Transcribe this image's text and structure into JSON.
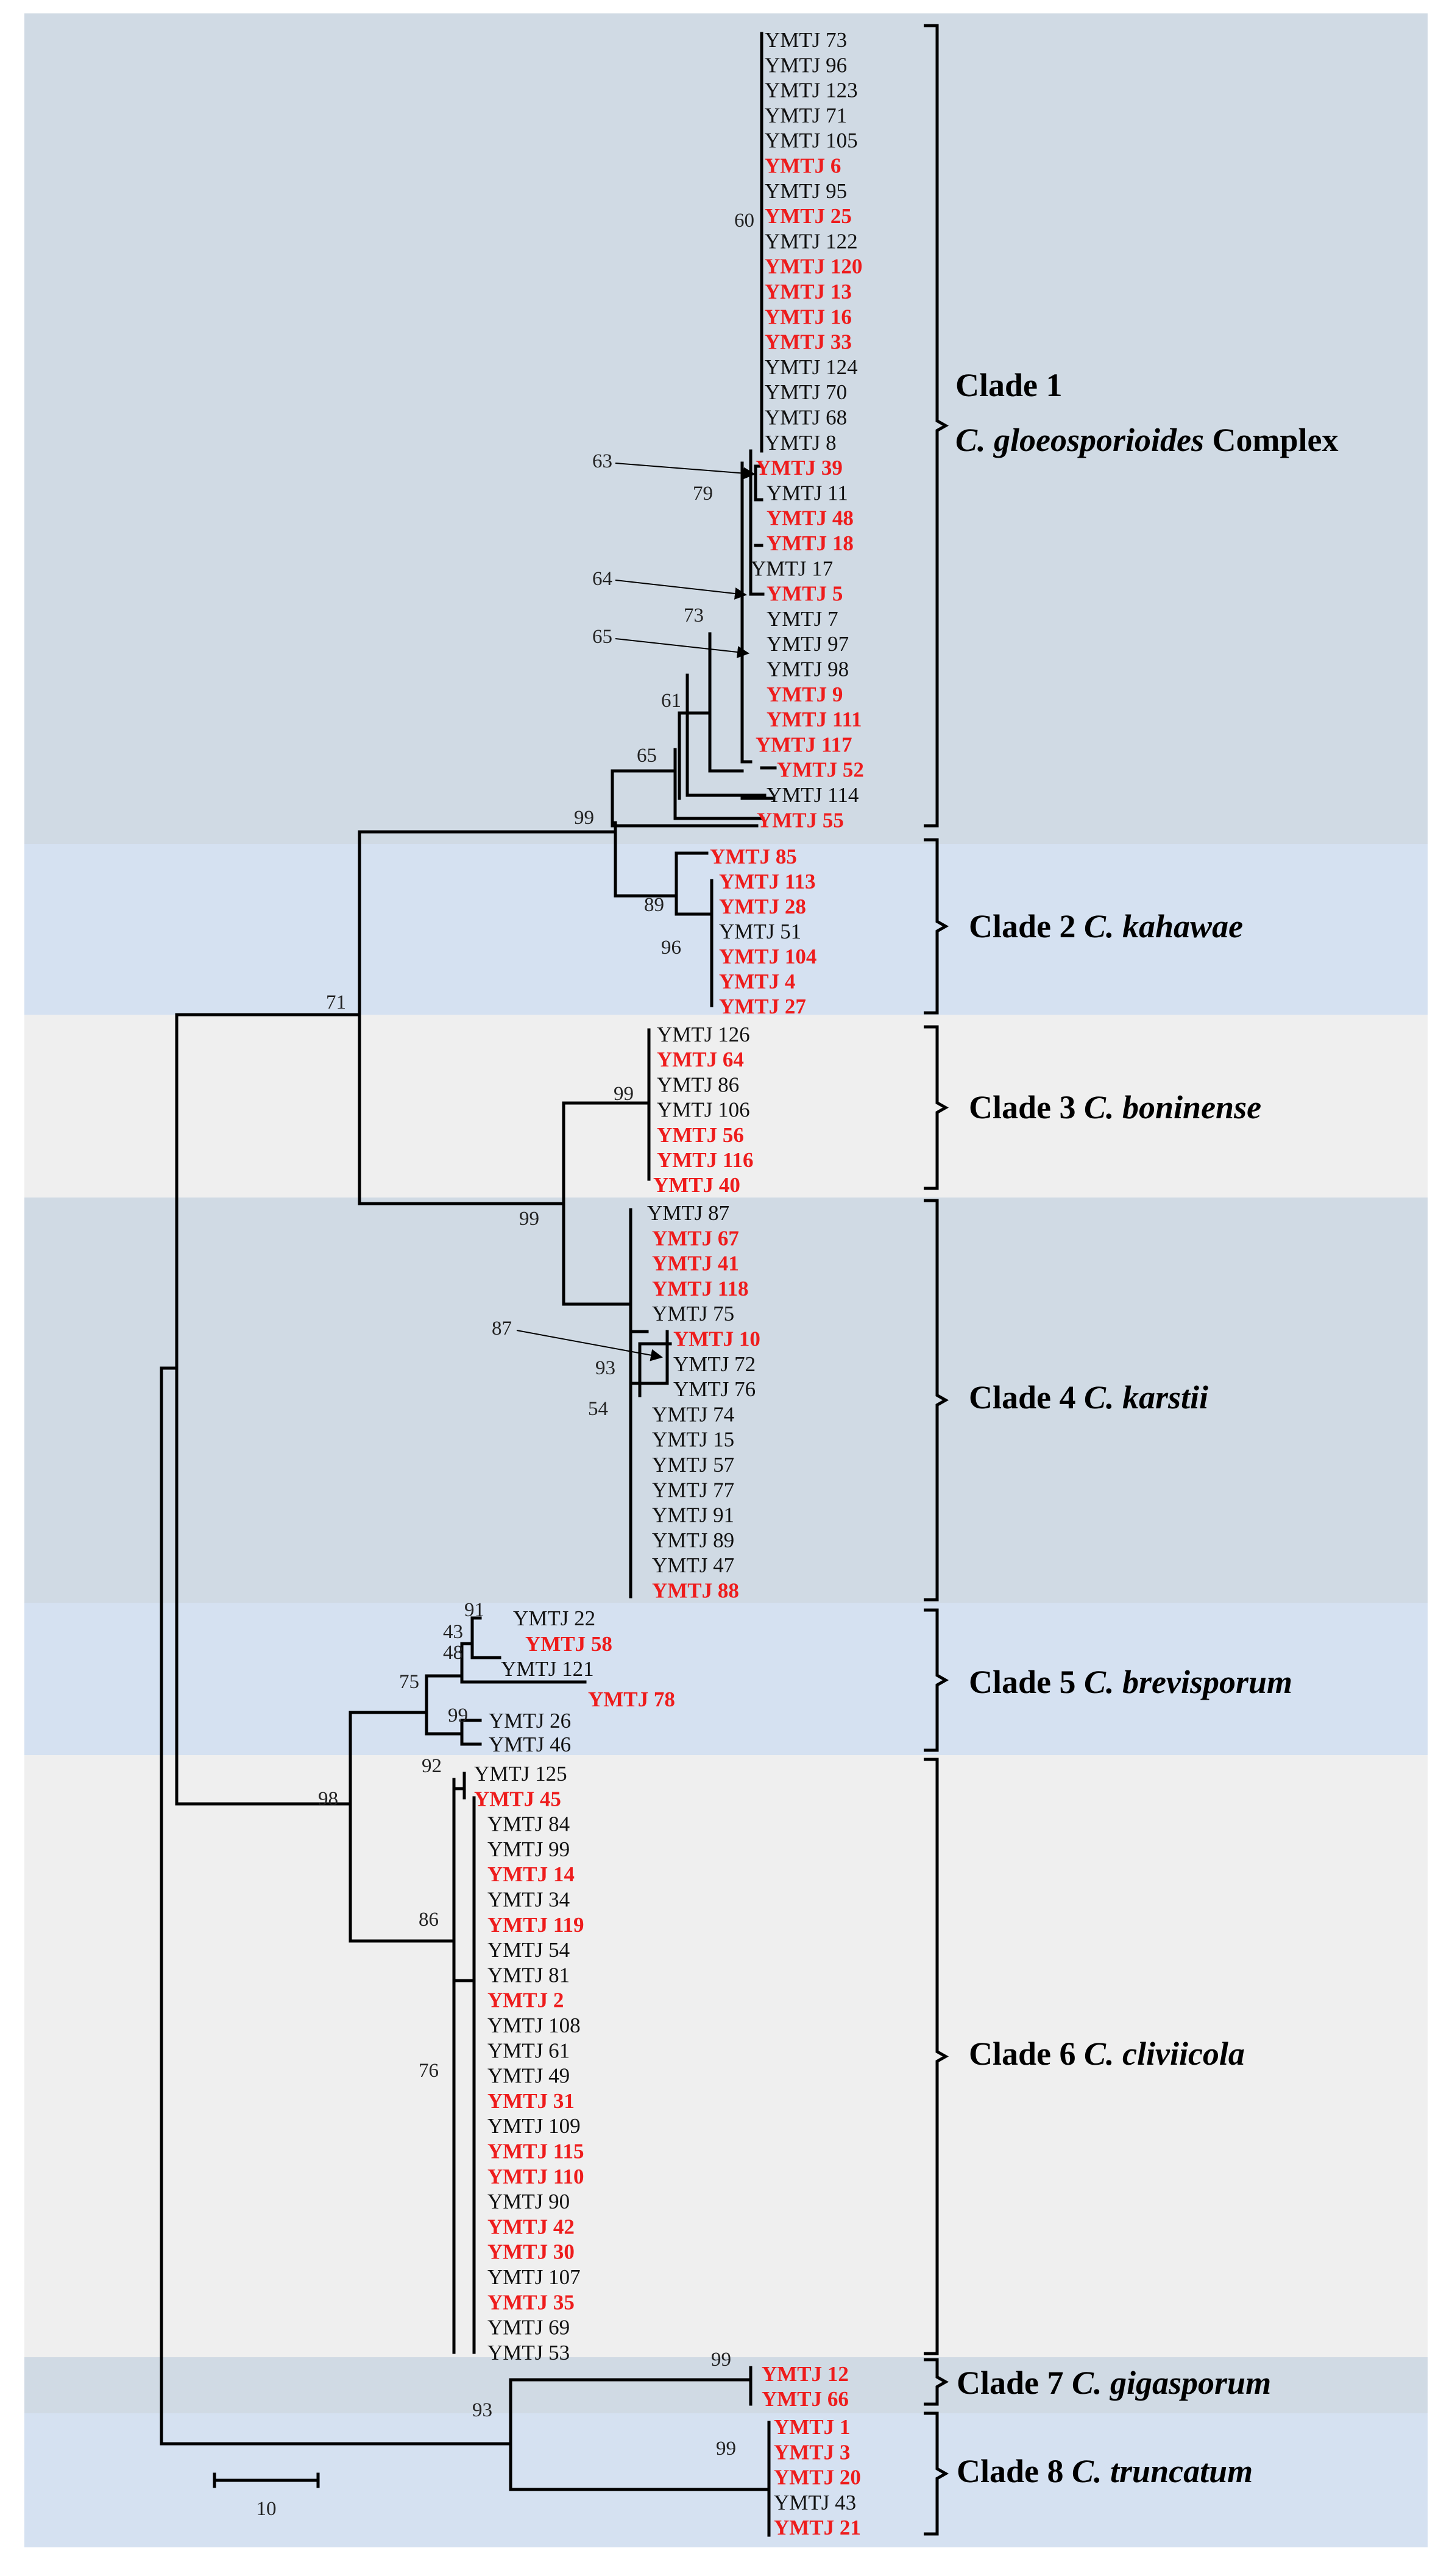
{
  "clades": [
    {
      "label": "Clade 1",
      "species": "C. gloeosporioides",
      "suffix": " Complex",
      "color": "#d0dae4"
    },
    {
      "label": "Clade 2",
      "species": "C. kahawae",
      "suffix": "",
      "color": "#d5e1f1"
    },
    {
      "label": "Clade 3",
      "species": "C. boninense",
      "suffix": "",
      "color": "#efefef"
    },
    {
      "label": "Clade 4",
      "species": "C. karstii",
      "suffix": "",
      "color": "#d0dae4"
    },
    {
      "label": "Clade 5",
      "species": "C. brevisporum",
      "suffix": "",
      "color": "#d5e1f1"
    },
    {
      "label": "Clade 6",
      "species": "C. cliviicola",
      "suffix": "",
      "color": "#efefef"
    },
    {
      "label": "Clade 7",
      "species": "C. gigasporum",
      "suffix": "",
      "color": "#d0dae4"
    },
    {
      "label": "Clade 8",
      "species": "C. truncatum",
      "suffix": "",
      "color": "#d5e1f1"
    }
  ],
  "leaves": [
    {
      "name": "YMTJ 73",
      "hl": false
    },
    {
      "name": "YMTJ 96",
      "hl": false
    },
    {
      "name": "YMTJ 123",
      "hl": false
    },
    {
      "name": "YMTJ 71",
      "hl": false
    },
    {
      "name": "YMTJ 105",
      "hl": false
    },
    {
      "name": "YMTJ 6",
      "hl": true
    },
    {
      "name": "YMTJ 95",
      "hl": false
    },
    {
      "name": "YMTJ 25",
      "hl": true
    },
    {
      "name": "YMTJ 122",
      "hl": false
    },
    {
      "name": "YMTJ 120",
      "hl": true
    },
    {
      "name": "YMTJ 13",
      "hl": true
    },
    {
      "name": "YMTJ 16",
      "hl": true
    },
    {
      "name": "YMTJ 33",
      "hl": true
    },
    {
      "name": "YMTJ 124",
      "hl": false
    },
    {
      "name": "YMTJ 70",
      "hl": false
    },
    {
      "name": "YMTJ 68",
      "hl": false
    },
    {
      "name": "YMTJ 8",
      "hl": false
    },
    {
      "name": "YMTJ 39",
      "hl": true
    },
    {
      "name": "YMTJ 11",
      "hl": false
    },
    {
      "name": "YMTJ 48",
      "hl": true
    },
    {
      "name": "YMTJ 18",
      "hl": true
    },
    {
      "name": "YMTJ 17",
      "hl": false
    },
    {
      "name": "YMTJ 5",
      "hl": true
    },
    {
      "name": "YMTJ 7",
      "hl": false
    },
    {
      "name": "YMTJ 97",
      "hl": false
    },
    {
      "name": "YMTJ 98",
      "hl": false
    },
    {
      "name": "YMTJ 9",
      "hl": true
    },
    {
      "name": "YMTJ 111",
      "hl": true
    },
    {
      "name": "YMTJ 117",
      "hl": true
    },
    {
      "name": "YMTJ 52",
      "hl": true
    },
    {
      "name": "YMTJ 114",
      "hl": false
    },
    {
      "name": "YMTJ 55",
      "hl": true
    },
    {
      "name": "YMTJ 85",
      "hl": true
    },
    {
      "name": "YMTJ 113",
      "hl": true
    },
    {
      "name": "YMTJ 28",
      "hl": true
    },
    {
      "name": "YMTJ 51",
      "hl": false
    },
    {
      "name": "YMTJ 104",
      "hl": true
    },
    {
      "name": "YMTJ 4",
      "hl": true
    },
    {
      "name": "YMTJ 27",
      "hl": true
    },
    {
      "name": "YMTJ 126",
      "hl": false
    },
    {
      "name": "YMTJ 64",
      "hl": true
    },
    {
      "name": "YMTJ 86",
      "hl": false
    },
    {
      "name": "YMTJ 106",
      "hl": false
    },
    {
      "name": "YMTJ 56",
      "hl": true
    },
    {
      "name": "YMTJ 116",
      "hl": true
    },
    {
      "name": "YMTJ 40",
      "hl": true
    },
    {
      "name": "YMTJ 87",
      "hl": false
    },
    {
      "name": "YMTJ 67",
      "hl": true
    },
    {
      "name": "YMTJ 41",
      "hl": true
    },
    {
      "name": "YMTJ 118",
      "hl": true
    },
    {
      "name": "YMTJ 75",
      "hl": false
    },
    {
      "name": "YMTJ 10",
      "hl": true
    },
    {
      "name": "YMTJ 72",
      "hl": false
    },
    {
      "name": "YMTJ 76",
      "hl": false
    },
    {
      "name": "YMTJ 74",
      "hl": false
    },
    {
      "name": "YMTJ 15",
      "hl": false
    },
    {
      "name": "YMTJ 57",
      "hl": false
    },
    {
      "name": "YMTJ 77",
      "hl": false
    },
    {
      "name": "YMTJ 91",
      "hl": false
    },
    {
      "name": "YMTJ 89",
      "hl": false
    },
    {
      "name": "YMTJ 47",
      "hl": false
    },
    {
      "name": "YMTJ 88",
      "hl": true
    },
    {
      "name": "YMTJ 22",
      "hl": false
    },
    {
      "name": "YMTJ 58",
      "hl": true
    },
    {
      "name": "YMTJ 121",
      "hl": false
    },
    {
      "name": "YMTJ 78",
      "hl": true
    },
    {
      "name": "YMTJ 26",
      "hl": false
    },
    {
      "name": "YMTJ 46",
      "hl": false
    },
    {
      "name": "YMTJ 125",
      "hl": false
    },
    {
      "name": "YMTJ 45",
      "hl": true
    },
    {
      "name": "YMTJ 84",
      "hl": false
    },
    {
      "name": "YMTJ 99",
      "hl": false
    },
    {
      "name": "YMTJ 14",
      "hl": true
    },
    {
      "name": "YMTJ 34",
      "hl": false
    },
    {
      "name": "YMTJ 119",
      "hl": true
    },
    {
      "name": "YMTJ 54",
      "hl": false
    },
    {
      "name": "YMTJ 81",
      "hl": false
    },
    {
      "name": "YMTJ 2",
      "hl": true
    },
    {
      "name": "YMTJ 108",
      "hl": false
    },
    {
      "name": "YMTJ 61",
      "hl": false
    },
    {
      "name": "YMTJ 49",
      "hl": false
    },
    {
      "name": "YMTJ 31",
      "hl": true
    },
    {
      "name": "YMTJ 109",
      "hl": false
    },
    {
      "name": "YMTJ 115",
      "hl": true
    },
    {
      "name": "YMTJ 110",
      "hl": true
    },
    {
      "name": "YMTJ 90",
      "hl": false
    },
    {
      "name": "YMTJ 42",
      "hl": true
    },
    {
      "name": "YMTJ 30",
      "hl": true
    },
    {
      "name": "YMTJ 107",
      "hl": false
    },
    {
      "name": "YMTJ 35",
      "hl": true
    },
    {
      "name": "YMTJ 69",
      "hl": false
    },
    {
      "name": "YMTJ 53",
      "hl": false
    },
    {
      "name": "YMTJ 12",
      "hl": true
    },
    {
      "name": "YMTJ 66",
      "hl": true
    },
    {
      "name": "YMTJ 1",
      "hl": true
    },
    {
      "name": "YMTJ 3",
      "hl": true
    },
    {
      "name": "YMTJ 20",
      "hl": true
    },
    {
      "name": "YMTJ 43",
      "hl": false
    },
    {
      "name": "YMTJ 21",
      "hl": true
    }
  ],
  "bootstrap_values": [
    "60",
    "63",
    "79",
    "64",
    "65",
    "73",
    "61",
    "65",
    "99",
    "89",
    "96",
    "71",
    "99",
    "99",
    "87",
    "93",
    "54",
    "91",
    "43",
    "48",
    "75",
    "99",
    "98",
    "92",
    "86",
    "76",
    "99",
    "93",
    "99"
  ],
  "scale_bar": {
    "label": "10"
  },
  "colors": {
    "highlight_text": "#ee1c1c",
    "normal_text": "#111111",
    "line": "#000000"
  }
}
